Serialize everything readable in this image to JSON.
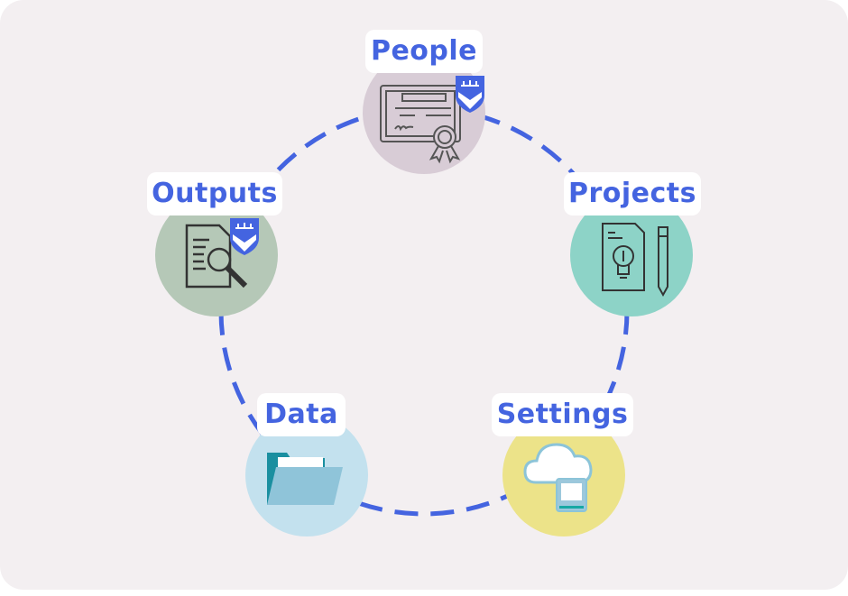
{
  "diagram": {
    "title": "",
    "accent": "#4464e0",
    "nodes": [
      {
        "id": "people",
        "label": "People",
        "icon": "certificate-icon",
        "color": "#d8ccd6",
        "badge": "university-crest"
      },
      {
        "id": "projects",
        "label": "Projects",
        "icon": "lightbulb-document-icon",
        "color": "#8dd3c7"
      },
      {
        "id": "settings",
        "label": "Settings",
        "icon": "cloud-computer-icon",
        "color": "#ece389"
      },
      {
        "id": "data",
        "label": "Data",
        "icon": "folder-icon",
        "color": "#c3e1ee"
      },
      {
        "id": "outputs",
        "label": "Outputs",
        "icon": "document-search-icon",
        "color": "#b5c8b7",
        "badge": "university-crest"
      }
    ],
    "edges": "cycle"
  }
}
